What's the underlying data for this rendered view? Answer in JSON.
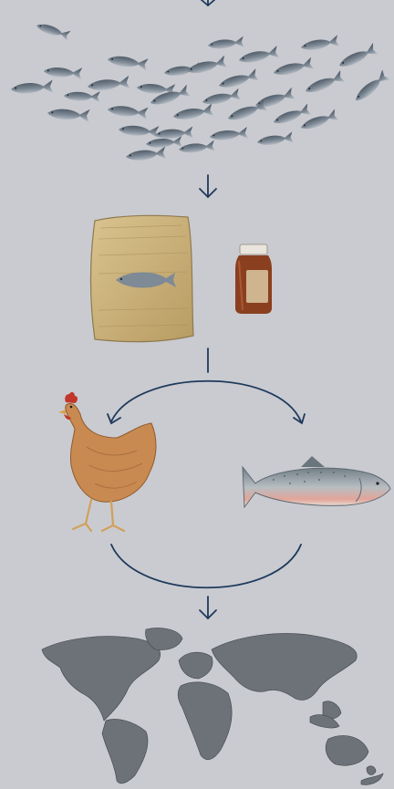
{
  "diagram": {
    "stages": [
      {
        "id": "fish-school",
        "icon": "fish-school-illustration"
      },
      {
        "id": "fishmeal-and-fish-oil",
        "icon": "feed-sack-and-oil-bottle-illustration"
      },
      {
        "id": "chicken",
        "icon": "chicken-illustration"
      },
      {
        "id": "salmon",
        "icon": "salmon-illustration"
      },
      {
        "id": "world-map",
        "icon": "world-map-illustration"
      }
    ],
    "colors": {
      "background": "#c9cbd0",
      "connector": "#1f3a5c",
      "fish": "#6f7a86",
      "sack": "#c9b07a",
      "bottle": "#8a3f1f",
      "chicken": "#c98a52",
      "salmon": "#a9b3b8",
      "map": "#6d7278"
    }
  }
}
